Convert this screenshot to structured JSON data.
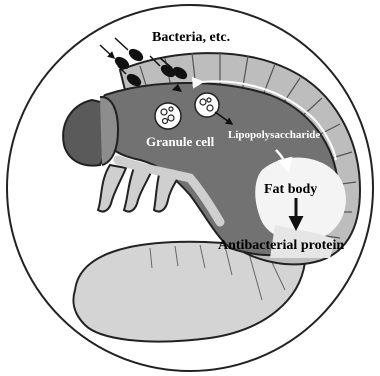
{
  "labels": {
    "bacteria": "Bacteria, etc.",
    "granule_cell": "Granule cell",
    "lipopolysaccharide": "Lipopolysaccharide",
    "fat_body": "Fat body",
    "antibacterial_protein": "Antibacterial protein"
  },
  "colors": {
    "outline": "#222222",
    "body_dark": "#6e6e6e",
    "body_mid": "#9a9a9a",
    "body_light": "#d9d9d9",
    "abdomen": "#d4d4d4",
    "fat_body": "#f4f4f4",
    "arrow": "#ffffff"
  }
}
